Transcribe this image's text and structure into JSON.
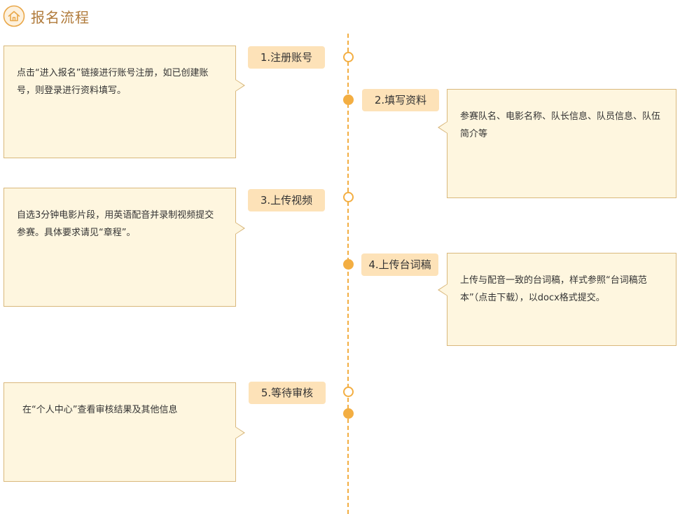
{
  "header": {
    "title": "报名流程",
    "icon": "home-icon"
  },
  "steps": [
    {
      "label": "1.注册账号",
      "desc": "点击“进入报名”链接进行账号注册，如已创建账号，则登录进行资料填写。"
    },
    {
      "label": "2.填写资料",
      "desc": "参赛队名、电影名称、队长信息、队员信息、队伍简介等"
    },
    {
      "label": "3.上传视频",
      "desc": "自选3分钟电影片段，用英语配音并录制视频提交参赛。具体要求请见“章程”。"
    },
    {
      "label": "4.上传台词稿",
      "desc": "上传与配音一致的台词稿，样式参照“台词稿范本”（点击下载），以docx格式提交。"
    },
    {
      "label": "5.等待审核",
      "desc": "在“个人中心”查看审核结果及其他信息"
    }
  ],
  "colors": {
    "accent": "#f3ae42",
    "step_bg": "#fde2b8",
    "card_bg": "#fef6df",
    "card_border": "#d9b87c",
    "title": "#b07a3a"
  }
}
